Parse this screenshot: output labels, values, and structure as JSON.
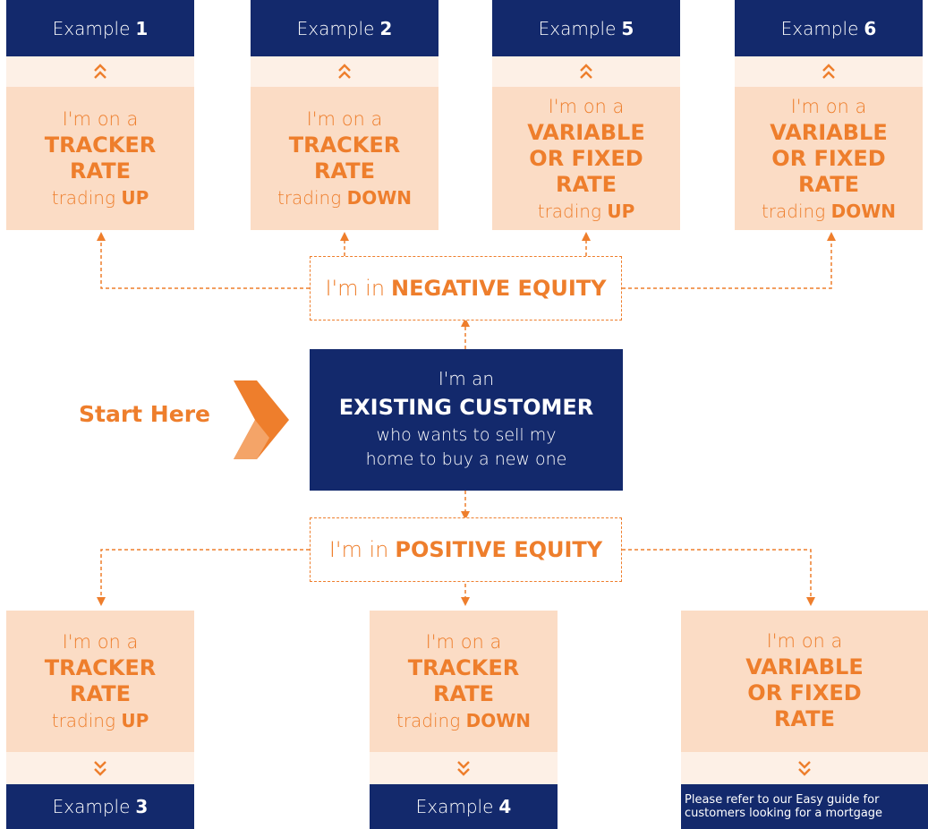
{
  "colors": {
    "navy": "#13296c",
    "orange": "#ee7e2c",
    "card": "#fbdcc5",
    "strip": "#fdf0e6"
  },
  "top_examples": [
    {
      "prefix": "Example",
      "number": "1",
      "intro": "I'm on a",
      "rate": "TRACKER RATE",
      "trade_prefix": "trading",
      "trade_dir": "UP"
    },
    {
      "prefix": "Example",
      "number": "2",
      "intro": "I'm on a",
      "rate": "TRACKER RATE",
      "trade_prefix": "trading",
      "trade_dir": "DOWN"
    },
    {
      "prefix": "Example",
      "number": "5",
      "intro": "I'm on a",
      "rate": "VARIABLE OR FIXED RATE",
      "trade_prefix": "trading",
      "trade_dir": "UP"
    },
    {
      "prefix": "Example",
      "number": "6",
      "intro": "I'm on a",
      "rate": "VARIABLE OR FIXED RATE",
      "trade_prefix": "trading",
      "trade_dir": "DOWN"
    }
  ],
  "negative_equity": {
    "prefix": "I'm in",
    "label": "NEGATIVE EQUITY"
  },
  "positive_equity": {
    "prefix": "I'm in",
    "label": "POSITIVE EQUITY"
  },
  "start_here": "Start Here",
  "center": {
    "line1": "I'm an",
    "line2": "EXISTING CUSTOMER",
    "line3": "who wants to sell my home to buy a new one"
  },
  "bottom_examples": [
    {
      "intro": "I'm on a",
      "rate": "TRACKER RATE",
      "trade_prefix": "trading",
      "trade_dir": "UP",
      "prefix": "Example",
      "number": "3"
    },
    {
      "intro": "I'm on a",
      "rate": "TRACKER RATE",
      "trade_prefix": "trading",
      "trade_dir": "DOWN",
      "prefix": "Example",
      "number": "4"
    },
    {
      "intro": "I'm on a",
      "rate": "VARIABLE OR FIXED RATE",
      "note": "Please refer to our Easy guide for customers looking for a mortgage"
    }
  ],
  "icons": {
    "up": "double-chevron-up-icon",
    "down": "double-chevron-down-icon",
    "start": "chevron-arrow-icon"
  }
}
